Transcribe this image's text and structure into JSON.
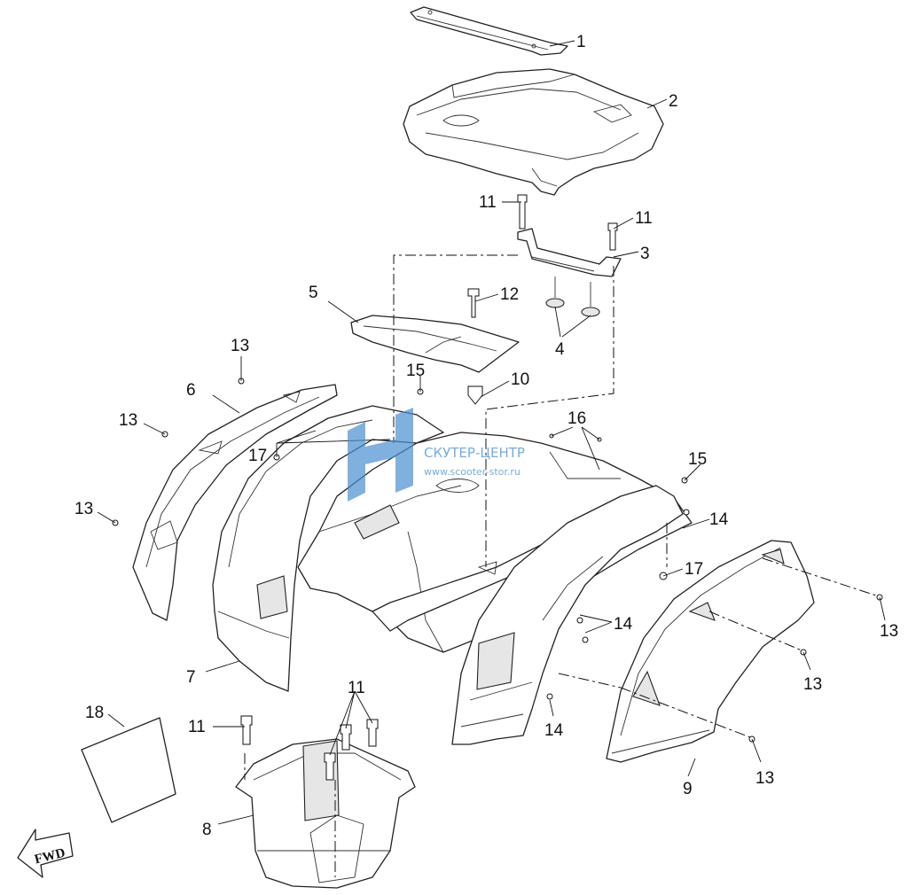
{
  "watermark": {
    "line1": "СКУТЕР-ЦЕНТР",
    "line2": "www.scooter-stor.ru",
    "color": "#4a90d0"
  },
  "fwd_label": "FWD",
  "callouts": [
    {
      "id": "c1",
      "label": "1"
    },
    {
      "id": "c2",
      "label": "2"
    },
    {
      "id": "c3",
      "label": "3"
    },
    {
      "id": "c4",
      "label": "4"
    },
    {
      "id": "c5",
      "label": "5"
    },
    {
      "id": "c6",
      "label": "6"
    },
    {
      "id": "c7",
      "label": "7"
    },
    {
      "id": "c8",
      "label": "8"
    },
    {
      "id": "c9",
      "label": "9"
    },
    {
      "id": "c10",
      "label": "10"
    },
    {
      "id": "c11a",
      "label": "11"
    },
    {
      "id": "c11b",
      "label": "11"
    },
    {
      "id": "c11c",
      "label": "11"
    },
    {
      "id": "c11d",
      "label": "11"
    },
    {
      "id": "c12",
      "label": "12"
    },
    {
      "id": "c13a",
      "label": "13"
    },
    {
      "id": "c13b",
      "label": "13"
    },
    {
      "id": "c13c",
      "label": "13"
    },
    {
      "id": "c13d",
      "label": "13"
    },
    {
      "id": "c13e",
      "label": "13"
    },
    {
      "id": "c13f",
      "label": "13"
    },
    {
      "id": "c14a",
      "label": "14"
    },
    {
      "id": "c14b",
      "label": "14"
    },
    {
      "id": "c14c",
      "label": "14"
    },
    {
      "id": "c15a",
      "label": "15"
    },
    {
      "id": "c15b",
      "label": "15"
    },
    {
      "id": "c16",
      "label": "16"
    },
    {
      "id": "c17a",
      "label": "17"
    },
    {
      "id": "c17b",
      "label": "17"
    },
    {
      "id": "c18",
      "label": "18"
    }
  ]
}
